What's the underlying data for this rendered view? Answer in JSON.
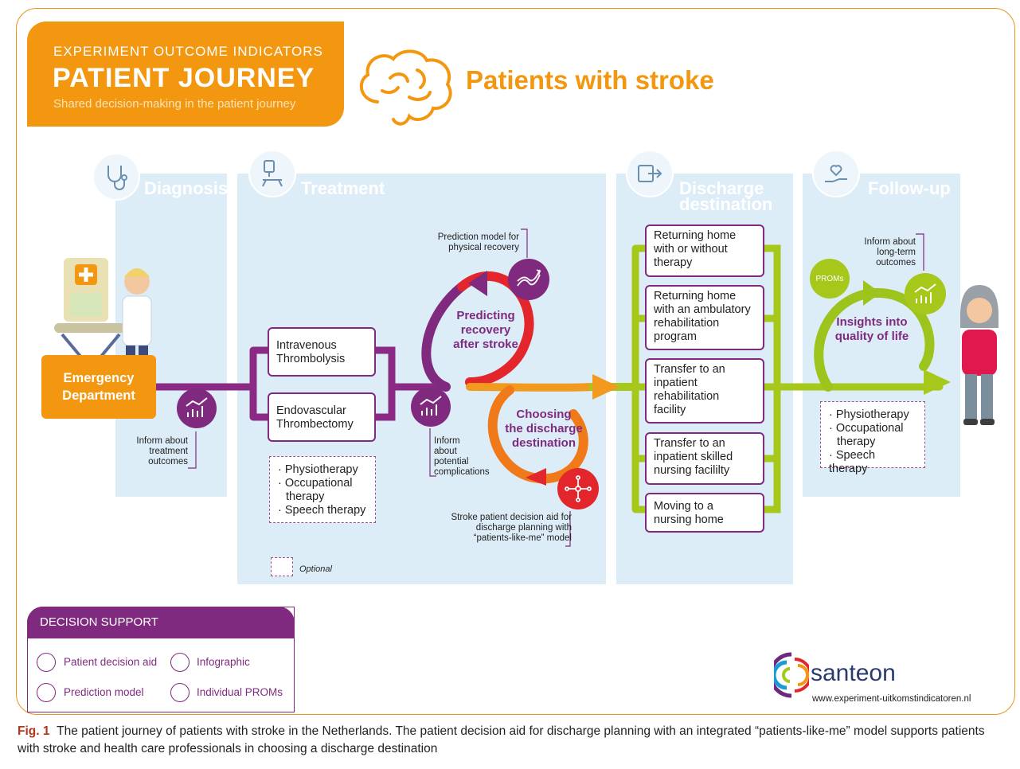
{
  "header": {
    "supertitle": "EXPERIMENT OUTCOME INDICATORS",
    "title": "PATIENT JOURNEY",
    "subtitle": "Shared decision-making in the patient journey",
    "subject": "Patients with stroke"
  },
  "phases": [
    "Diagnosis",
    "Treatment",
    "Discharge",
    "destination",
    "Follow-up"
  ],
  "emergency": {
    "line1": "Emergency",
    "line2": "Department"
  },
  "diagnosis_note": [
    "Inform about",
    "treatment",
    "outcomes"
  ],
  "treatment": {
    "boxes": [
      [
        "Intravenous",
        "Thrombolysis"
      ],
      [
        "Endovascular",
        "Thrombectomy"
      ]
    ],
    "optional": [
      "· Physiotherapy",
      "· Occupational",
      "therapy",
      "· Speech therapy"
    ],
    "inform_note": [
      "Inform",
      "about",
      "potential",
      "complications"
    ],
    "optional_legend": "Optional"
  },
  "loops": {
    "predicting": [
      "Predicting",
      "recovery",
      "after stroke"
    ],
    "choosing": [
      "Choosing",
      "the discharge",
      "destination"
    ],
    "prediction_note": [
      "Prediction model for",
      "physical recovery"
    ],
    "decision_aid_note": [
      "Stroke patient decision aid for",
      "discharge planning with",
      "“patients-like-me” model"
    ]
  },
  "discharge": [
    [
      "Returning home",
      "with or without",
      "therapy"
    ],
    [
      "Returning home",
      "with an ambulatory",
      "rehabilitation",
      "program"
    ],
    [
      "Transfer to an",
      "inpatient",
      "rehabilitation",
      "facility"
    ],
    [
      "Transfer to an",
      "inpatient skilled",
      "nursing facililty"
    ],
    [
      "Moving to a",
      "nursing home"
    ]
  ],
  "followup": {
    "note": [
      "Inform about",
      "long-term",
      "outcomes"
    ],
    "proms": "PROMs",
    "insights": [
      "Insights into",
      "quality of life"
    ],
    "optional": [
      "· Physiotherapy",
      "· Occupational",
      "therapy",
      "· Speech therapy"
    ]
  },
  "decision_support": {
    "title": "DECISION SUPPORT",
    "items": [
      "Patient decision aid",
      "Infographic",
      "Prediction model",
      "Individual PROMs"
    ]
  },
  "brand": {
    "name": "santeon",
    "url": "www.experiment-uitkomstindicatoren.nl"
  },
  "caption": {
    "label": "Fig. 1",
    "text": "The patient journey of patients with stroke in the Netherlands. The patient decision aid for discharge planning with an integrated “patients-like-me” model supports patients with stroke and health care professionals in choosing a discharge destination"
  },
  "colors": {
    "orange": "#f2970f",
    "purple": "#7f2a7e",
    "green": "#a6c81a",
    "red": "#e2262b",
    "column": "#dcedf8"
  }
}
